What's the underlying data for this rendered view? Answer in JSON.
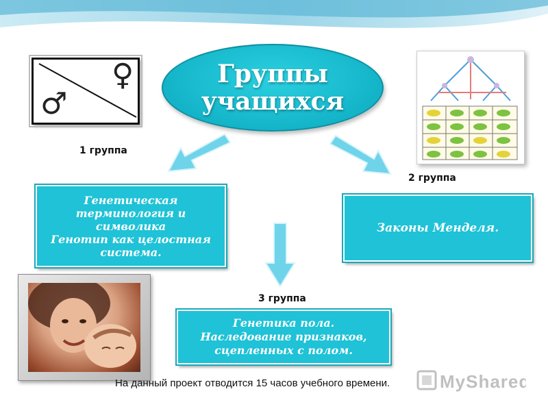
{
  "header": {
    "title_line1": "Группы",
    "title_line2": "учащихся"
  },
  "symbols": {
    "female": "♀",
    "male": "♂"
  },
  "groups": [
    {
      "label": "1 группа",
      "topics": [
        "Генетическая",
        "терминология и",
        "символика",
        "Генотип как целостная",
        "система."
      ]
    },
    {
      "label": "2 группа",
      "topics": [
        "Законы Менделя."
      ]
    },
    {
      "label": "3 группа",
      "topics": [
        "Генетика пола.",
        "Наследование  признаков,",
        "сцепленных с полом."
      ]
    }
  ],
  "footer": {
    "text": "На данный проект отводится 15 часов учебного  времени."
  },
  "colors": {
    "accent": "#1fc2d6",
    "arrow": "#6fd4ea",
    "ellipse": "#14b4c8"
  }
}
